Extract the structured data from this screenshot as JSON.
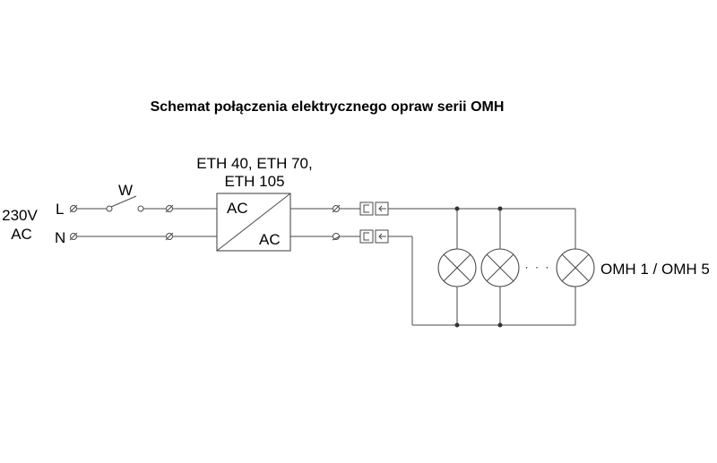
{
  "diagram": {
    "title": "Schemat połączenia elektrycznego opraw serii OMH",
    "supply": {
      "voltage_line1": "230V",
      "voltage_line2": "AC"
    },
    "terminals": {
      "line": "L",
      "neutral": "N"
    },
    "switch_label": "W",
    "driver": {
      "model_line1": "ETH 40, ETH 70,",
      "model_line2": "ETH 105",
      "input_label": "AC",
      "output_label": "AC"
    },
    "lamps": {
      "label": "OMH 1 / OMH 5",
      "ellipsis": "· · ·"
    }
  }
}
